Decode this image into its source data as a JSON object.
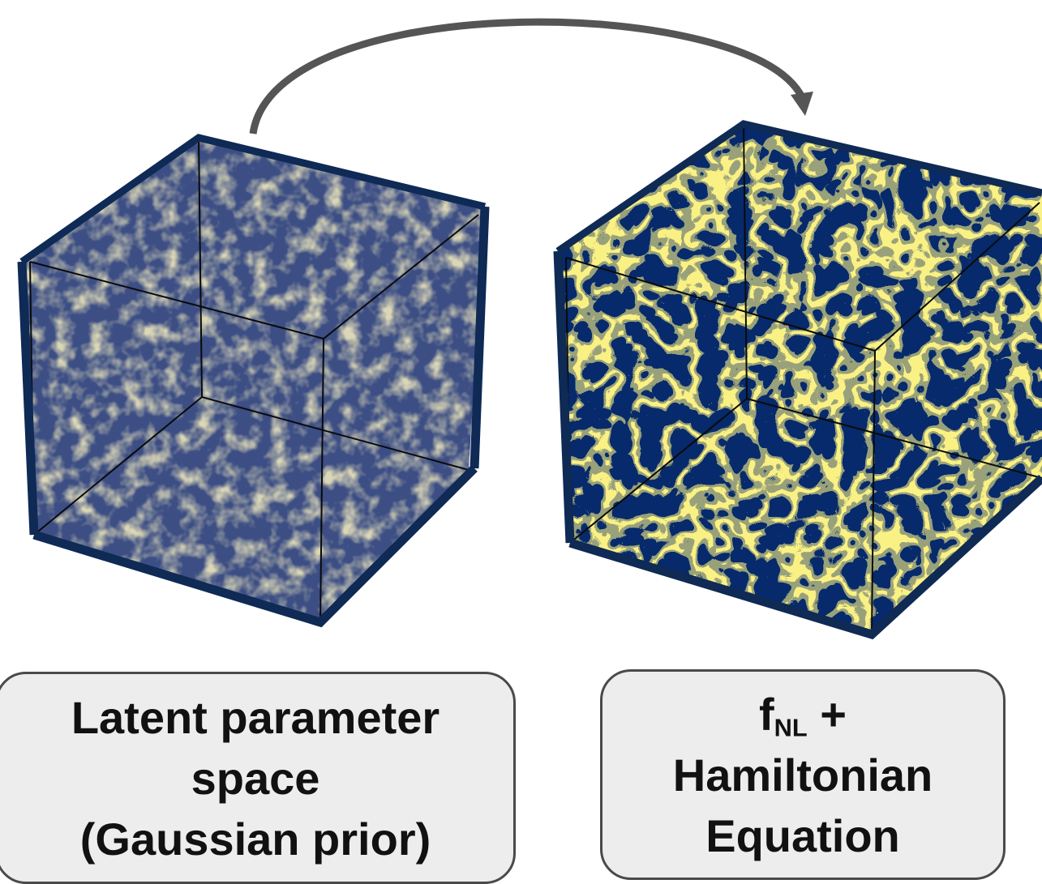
{
  "panels": [
    {
      "id": "latent",
      "label_lines": [
        "Latent parameter",
        "space",
        "(Gaussian prior)"
      ],
      "field": "gaussian-noise",
      "field_colors": {
        "base": "#3c4e84",
        "highlight": "#b6ad78",
        "edge": "#0e2a55"
      }
    },
    {
      "id": "evolved",
      "label": {
        "symbol": "f",
        "subscript": "NL",
        "suffix": "+",
        "lines": [
          "Hamiltonian",
          "Equation"
        ]
      },
      "field": "cosmic-web",
      "field_colors": {
        "base": "#062a6b",
        "highlight": "#f5e03a",
        "edge": "#0e2a55"
      }
    }
  ],
  "arrow": {
    "from": "latent",
    "to": "evolved",
    "color": "#555555"
  }
}
